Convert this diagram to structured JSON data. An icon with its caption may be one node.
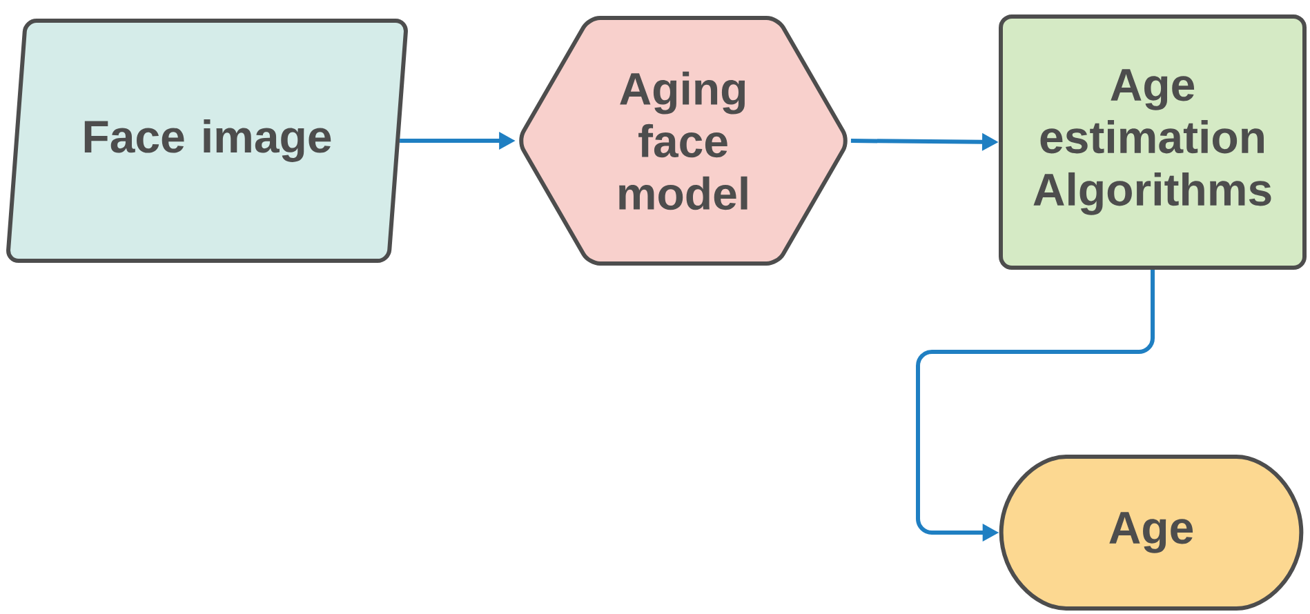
{
  "diagram": {
    "nodes": [
      {
        "text": [
          "Face image"
        ]
      },
      {
        "text": [
          "Aging face model"
        ]
      },
      {
        "text": [
          "Age estimation Algorithms"
        ]
      },
      {
        "text": [
          "Age"
        ]
      }
    ],
    "edges": [
      {
        "from": 0,
        "to": 1,
        "arrow": "to"
      },
      {
        "from": 1,
        "to": 2,
        "arrow": "to"
      },
      {
        "from": 2,
        "to": 3,
        "arrow": "to"
      }
    ]
  }
}
